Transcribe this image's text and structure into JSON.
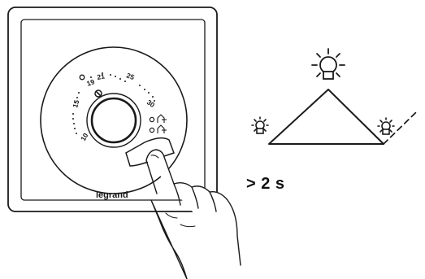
{
  "thermostat": {
    "brand": "legrand",
    "dial_scale": [
      "10",
      "15",
      "19",
      "21",
      "25",
      "30"
    ],
    "mode_icons": [
      "comfort-mode-icon",
      "eco-mode-icon"
    ]
  },
  "diagram": {
    "duration": "> 2 s",
    "sun_icons": [
      "left-sun-icon",
      "top-sun-icon",
      "right-sun-icon"
    ]
  },
  "colors": {
    "stroke": "#1a1a1a",
    "background": "#ffffff"
  }
}
